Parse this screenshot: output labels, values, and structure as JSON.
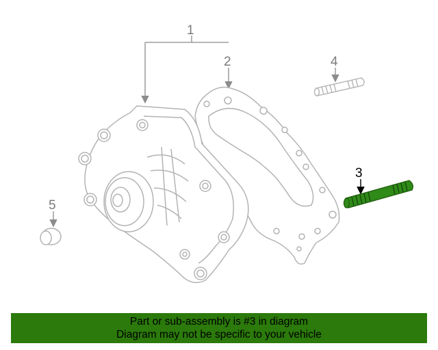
{
  "diagram": {
    "callouts": {
      "c1": "1",
      "c2": "2",
      "c3": "3",
      "c4": "4",
      "c5": "5"
    },
    "highlighted_part": "3",
    "parts": [
      {
        "number": "1",
        "name": "water-pump-assembly"
      },
      {
        "number": "2",
        "name": "gasket"
      },
      {
        "number": "3",
        "name": "stud"
      },
      {
        "number": "4",
        "name": "stud"
      },
      {
        "number": "5",
        "name": "plug"
      }
    ]
  },
  "colors": {
    "line_gray": "#b3b3b3",
    "callout_gray": "#7a7a7a",
    "highlight_green": "#2f8a18",
    "banner_green": "#2b7a0b"
  },
  "banner": {
    "line1": "Part or sub-assembly is #3 in diagram",
    "line2": "Diagram may not be specific to your vehicle"
  }
}
